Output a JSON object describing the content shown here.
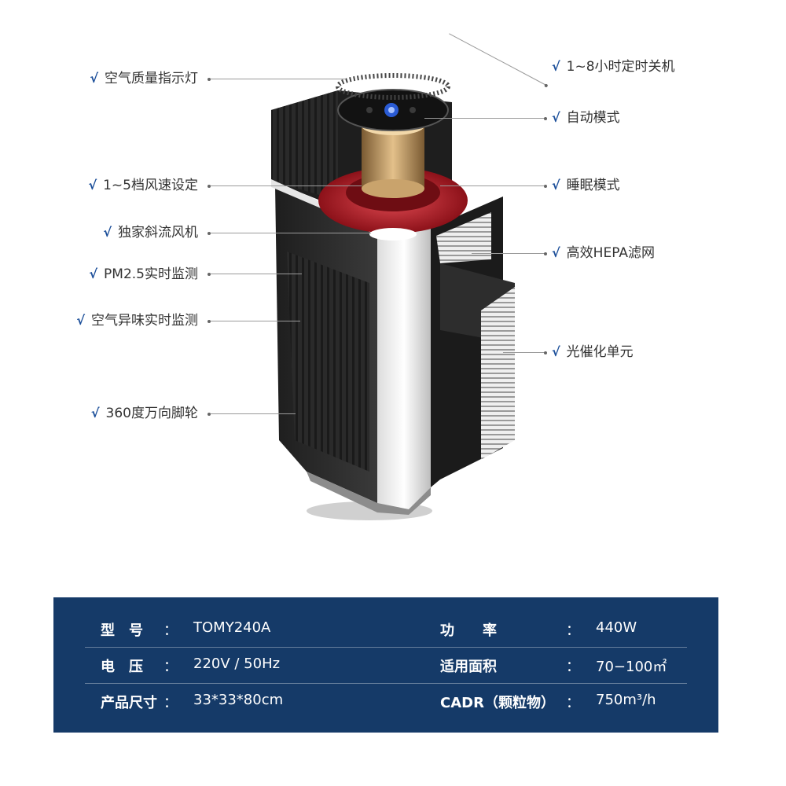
{
  "features_left": [
    {
      "check": "√",
      "label": "空气质量指示灯"
    },
    {
      "check": "√",
      "label": "1~5档风速设定"
    },
    {
      "check": "√",
      "label": "独家斜流风机"
    },
    {
      "check": "√",
      "label": "PM2.5实时监测"
    },
    {
      "check": "√",
      "label": "空气异味实时监测"
    },
    {
      "check": "√",
      "label": "360度万向脚轮"
    }
  ],
  "features_right": [
    {
      "check": "√",
      "label": "1~8小时定时关机"
    },
    {
      "check": "√",
      "label": "自动模式"
    },
    {
      "check": "√",
      "label": "睡眠模式"
    },
    {
      "check": "√",
      "label": "高效HEPA滤网"
    },
    {
      "check": "√",
      "label": "光催化单元"
    }
  ],
  "specs": [
    {
      "label_left": "型　号",
      "colon_left": "：",
      "value_left": "TOMY240A",
      "label_right": "功　　率",
      "colon_right": "：",
      "value_right": "440W"
    },
    {
      "label_left": "电　压",
      "colon_left": "：",
      "value_left": "220V / 50Hz",
      "label_right": "适用面积",
      "colon_right": "：",
      "value_right": "70−100㎡"
    },
    {
      "label_left": "产品尺寸",
      "colon_left": "：",
      "value_left": "33*33*80cm",
      "label_right": "CADR（颗粒物）",
      "colon_right": "：",
      "value_right": "750m³/h"
    }
  ],
  "colors": {
    "check": "#1c4f9a",
    "spec_panel": "#153a68",
    "body_dark": "#2b2b2b",
    "fan_red": "#b81d27"
  }
}
